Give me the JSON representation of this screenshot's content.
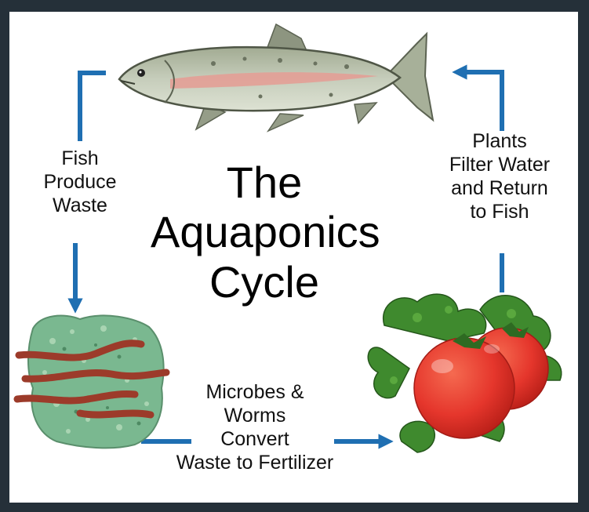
{
  "title_lines": [
    "The",
    "Aquaponics",
    "Cycle"
  ],
  "steps": {
    "fish_waste": [
      "Fish",
      "Produce",
      "Waste"
    ],
    "plants_filter": [
      "Plants",
      "Filter Water",
      "and Return",
      "to Fish"
    ],
    "microbes_convert": [
      "Microbes &",
      "Worms",
      "Convert",
      "Waste to Fertilizer"
    ]
  },
  "colors": {
    "arrow": "#1f6fb2",
    "fish_body": "#b3bfa8",
    "fish_stripe": "#e39e96",
    "tomato": "#e5362c",
    "leaf": "#3f8a2e",
    "media": "#7ab890",
    "worm": "#9c3b2a",
    "background": "#ffffff",
    "frame": "#253039"
  },
  "icons": [
    "trout-fish-icon",
    "grow-bed-worms-icon",
    "tomato-plant-icon"
  ]
}
